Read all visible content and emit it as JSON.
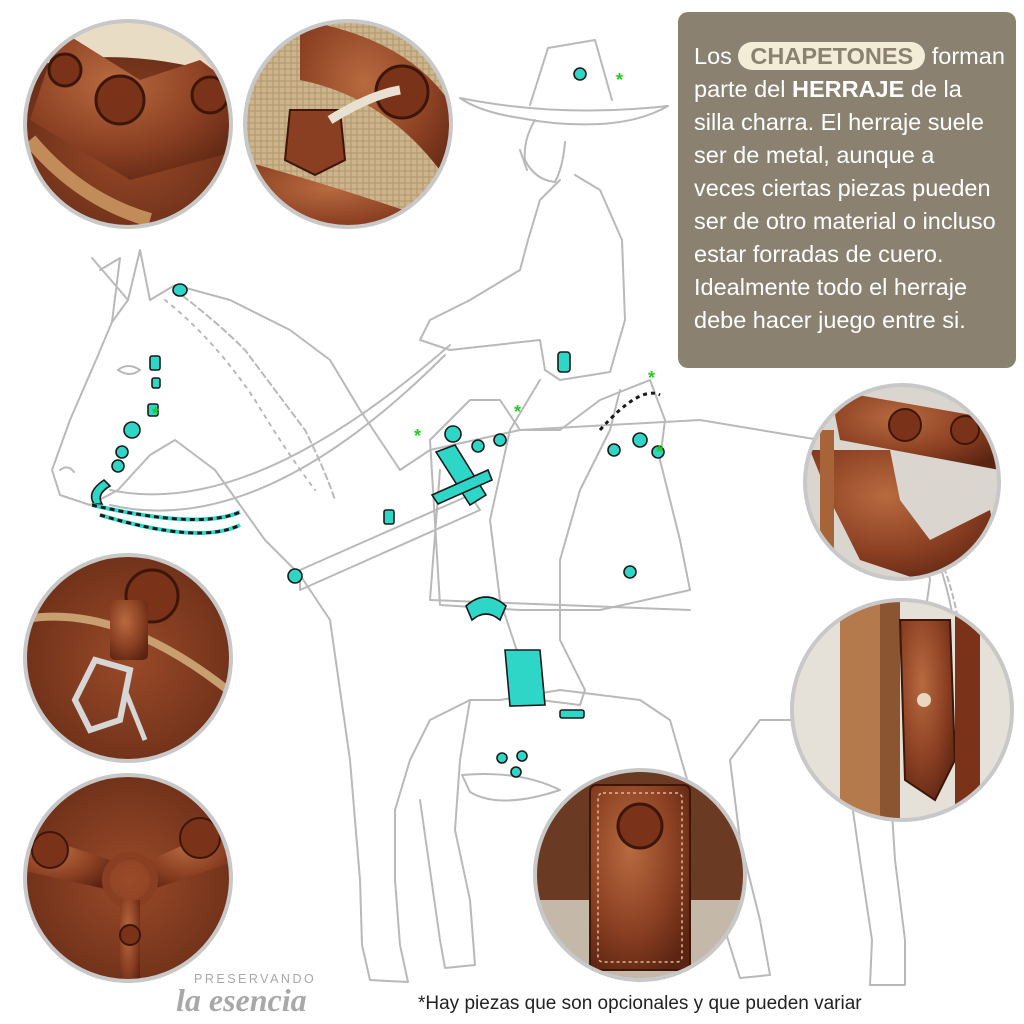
{
  "info": {
    "lines": [
      {
        "pre": "Los ",
        "pill": "CHAPETONES",
        "post": " forman"
      },
      {
        "pre": "parte del ",
        "bold": "HERRAJE",
        "post": " de la"
      },
      {
        "text": "silla charra. El herraje suele"
      },
      {
        "text": "ser de metal, aunque a"
      },
      {
        "text": "veces ciertas piezas pueden"
      },
      {
        "text": "ser de otro material o incluso"
      },
      {
        "text": "estar forradas de cuero."
      },
      {
        "text": "Idealmente todo el herraje"
      },
      {
        "text": "debe hacer juego entre si."
      }
    ]
  },
  "footnote": "*Hay piezas que son opcionales y que pueden variar",
  "logo": {
    "top": "PRESERVANDO",
    "main": "la esencia"
  },
  "asterisk": "*",
  "photos": [
    {
      "name": "photo-saddle-horn-chapetones",
      "icon": "leather-saddle-horn"
    },
    {
      "name": "photo-saddle-seat-chapeton",
      "icon": "leather-chapeton-on-weave"
    },
    {
      "name": "photo-stirrup-strap",
      "icon": "leather-stirrup-fender"
    },
    {
      "name": "photo-latigo-keeper",
      "icon": "leather-keeper"
    },
    {
      "name": "photo-bridle-bit-chapeton",
      "icon": "bit-with-chapeton"
    },
    {
      "name": "photo-breast-collar-ring",
      "icon": "breast-collar-ring"
    },
    {
      "name": "photo-leather-tab-chapeton",
      "icon": "leather-tab-chapeton"
    }
  ],
  "colors": {
    "accent": "#2ed6c8",
    "box": "#8a8170",
    "pill_bg": "#f3ecd6",
    "leather": "#8a3f22",
    "asterisk": "#22cc22",
    "outline": "#b9b9b9"
  }
}
